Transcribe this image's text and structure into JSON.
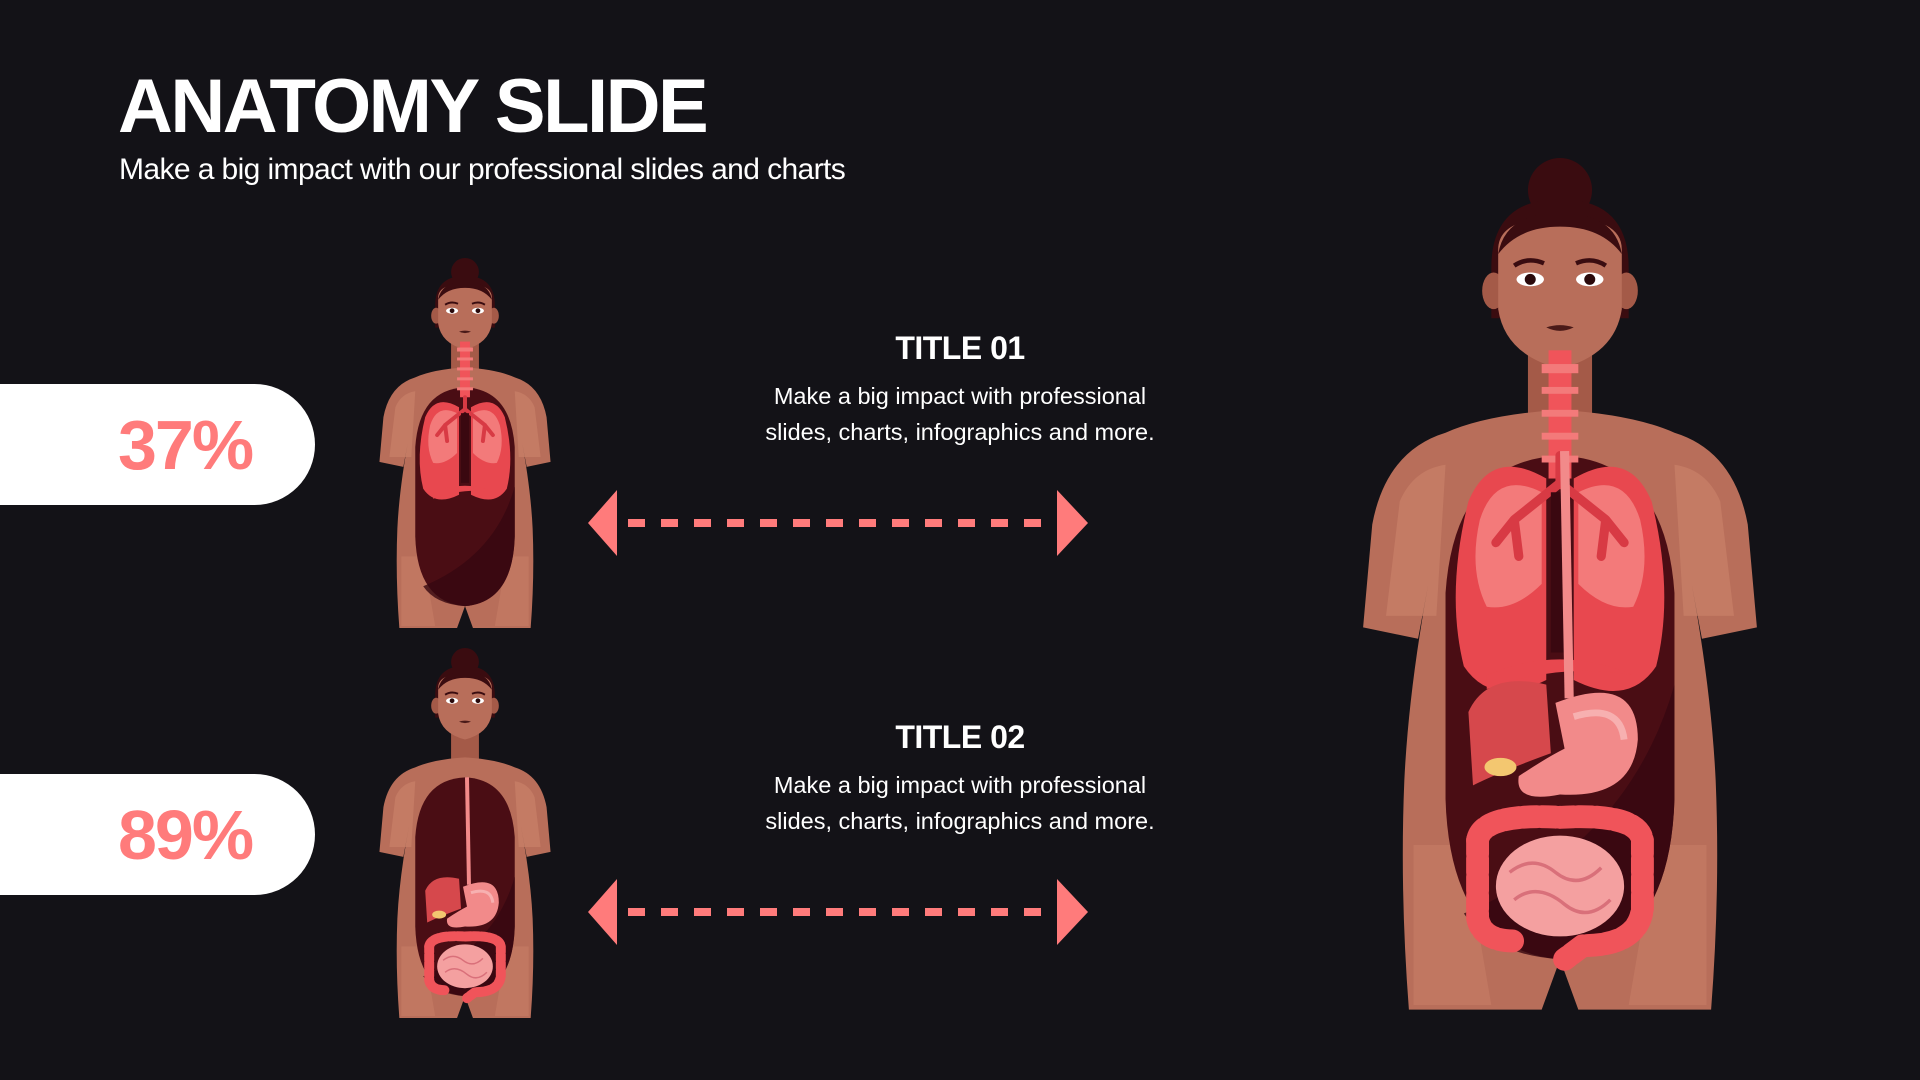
{
  "header": {
    "title": "ANATOMY SLIDE",
    "subtitle": "Make a big impact with our professional slides and charts"
  },
  "items": [
    {
      "value": "37%",
      "title": "TITLE 01",
      "body_line1": "Make a big impact with professional",
      "body_line2": "slides, charts, infographics and more.",
      "figure": "respiratory-system-figure"
    },
    {
      "value": "89%",
      "title": "TITLE 02",
      "body_line1": "Make a big impact with professional",
      "body_line2": "slides, charts, infographics and more.",
      "figure": "digestive-system-figure"
    }
  ],
  "main_figure": "full-anatomy-figure",
  "colors": {
    "background": "#131217",
    "accent": "#ff7b7b",
    "pill": "#ffffff",
    "text": "#ffffff",
    "skin": "#b86e5a",
    "cavity": "#4a0d14",
    "organ": "#f0545a"
  }
}
